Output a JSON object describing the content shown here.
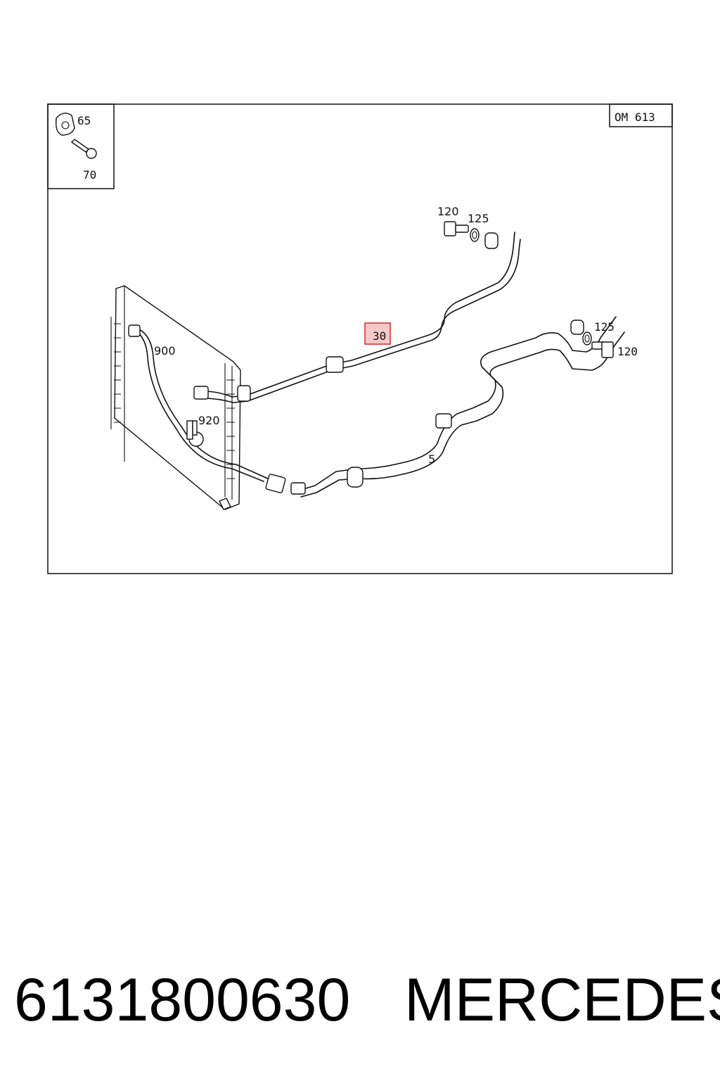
{
  "diagram": {
    "engine_code": "OM 613",
    "inset_labels": [
      "65",
      "70"
    ],
    "part_labels": {
      "bolt_top": "120",
      "washer_top": "125",
      "washer_right": "125",
      "bolt_right": "120",
      "line_upper": "30",
      "line_lower": "5",
      "line_cooler": "900",
      "clip": "920"
    },
    "highlight_color": "#d9252a",
    "highlight_fill": "#f6c9c9"
  },
  "footer": {
    "part_number": "6131800630",
    "brand": "MERCEDES"
  }
}
